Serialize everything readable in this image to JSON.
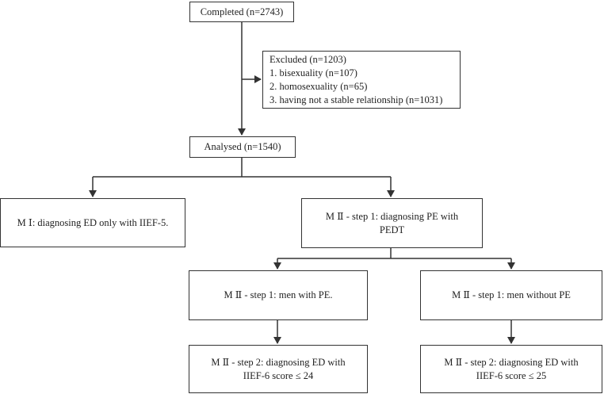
{
  "boxes": {
    "completed": "Completed (n=2743)",
    "excluded": {
      "title": "Excluded (n=1203)",
      "items": [
        "1. bisexuality (n=107)",
        "2. homosexuality (n=65)",
        "3. having not a stable relationship (n=1031)"
      ]
    },
    "analysed": "Analysed (n=1540)",
    "m1": "M Ⅰ: diagnosing ED only with IIEF-5.",
    "m2_step1": {
      "line1": "M Ⅱ - step 1: diagnosing PE with",
      "line2": "PEDT"
    },
    "with_pe": "M Ⅱ - step 1: men with PE.",
    "without_pe": "M Ⅱ - step 1: men without PE",
    "step2_left": {
      "line1": "M Ⅱ - step 2: diagnosing ED with",
      "line2": "IIEF-6 score ≤ 24"
    },
    "step2_right": {
      "line1": "M Ⅱ - step 2: diagnosing ED with",
      "line2": "IIEF-6 score ≤ 25"
    }
  }
}
